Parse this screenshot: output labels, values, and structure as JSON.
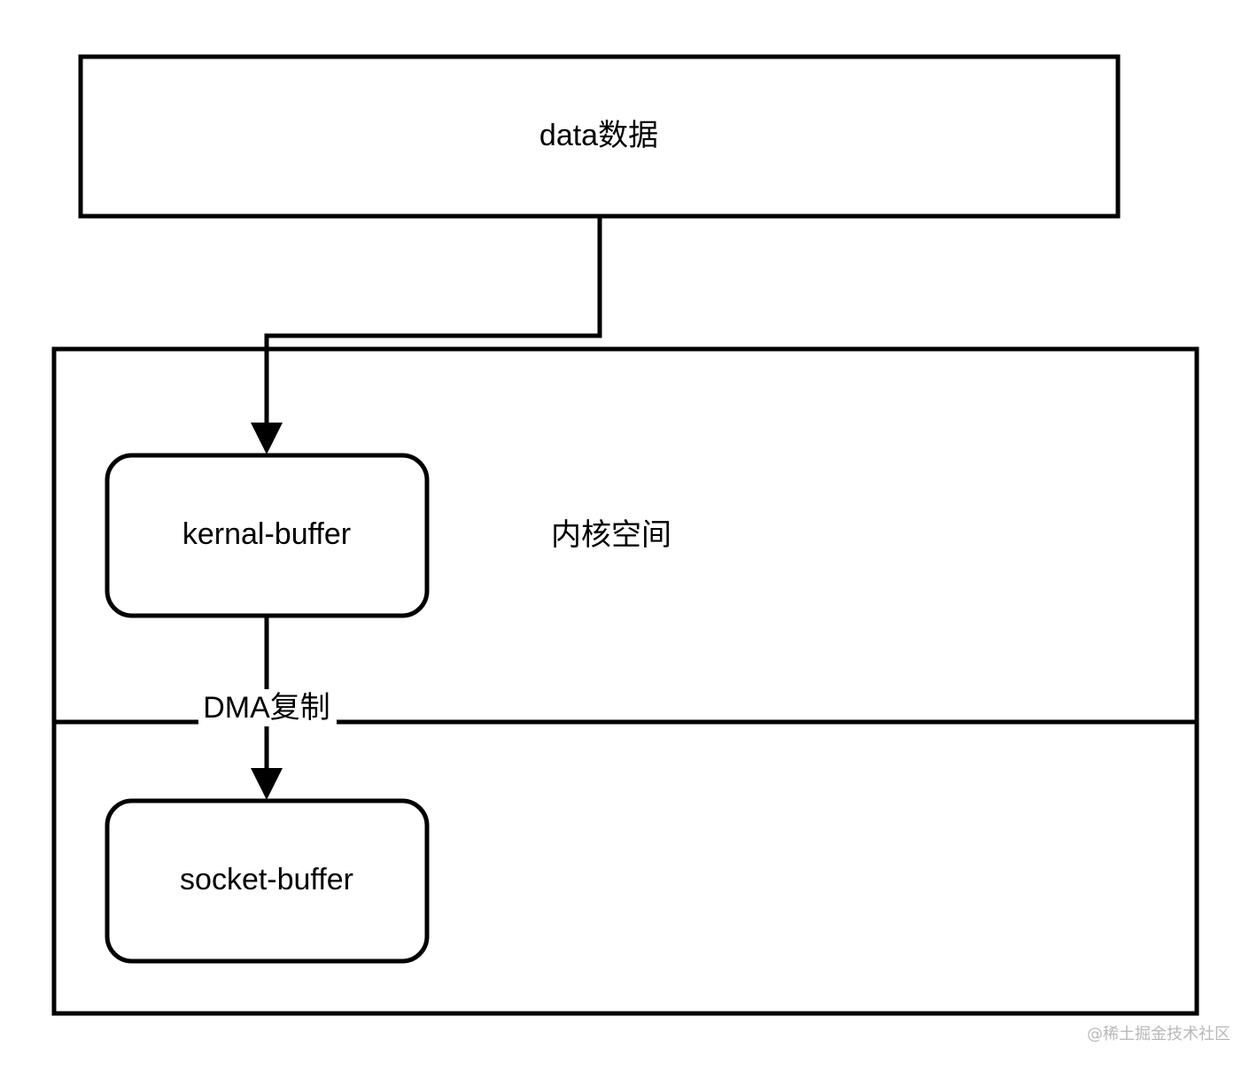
{
  "nodes": {
    "data": {
      "label": "data数据"
    },
    "kernel_space": {
      "label": "内核空间"
    },
    "kernal_buffer": {
      "label": "kernal-buffer"
    },
    "socket_buffer": {
      "label": "socket-buffer"
    }
  },
  "edges": {
    "dma_copy": {
      "label": "DMA复制"
    }
  },
  "watermark": "@稀土掘金技术社区",
  "colors": {
    "stroke": "#000000",
    "fill": "#ffffff",
    "watermark": "#b8b8b8"
  }
}
